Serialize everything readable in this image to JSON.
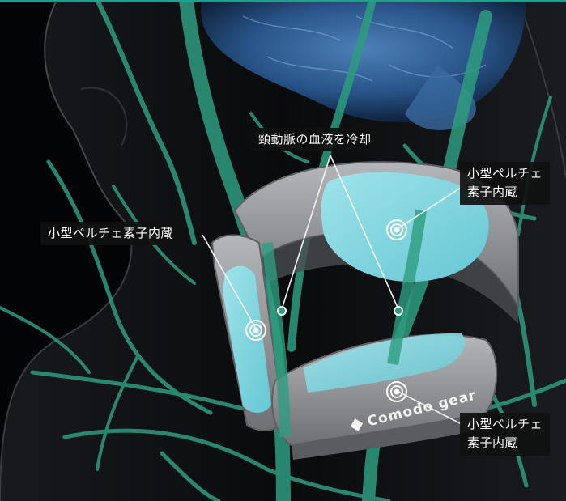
{
  "callouts": {
    "carotid": "頸動脈の血液を冷却",
    "left_peltier": "小型ペルチェ素子内蔵",
    "right_top_peltier": [
      "小型ペルチェ",
      "素子内蔵"
    ],
    "right_bottom_peltier": [
      "小型ペルチェ",
      "素子内蔵"
    ]
  },
  "product": {
    "brand_text": "Comodo gear"
  },
  "colors": {
    "vein_green": "#2e9c80",
    "brain_blue": "#2d5f96",
    "pad_cyan": "#7fd6e0",
    "band_gray": "#8d8f93",
    "accent_bar": "#1aa28e"
  },
  "icons": {
    "peltier_marker": "concentric-circle-marker",
    "brand_logo": "comodo-gear-logo-icon"
  }
}
